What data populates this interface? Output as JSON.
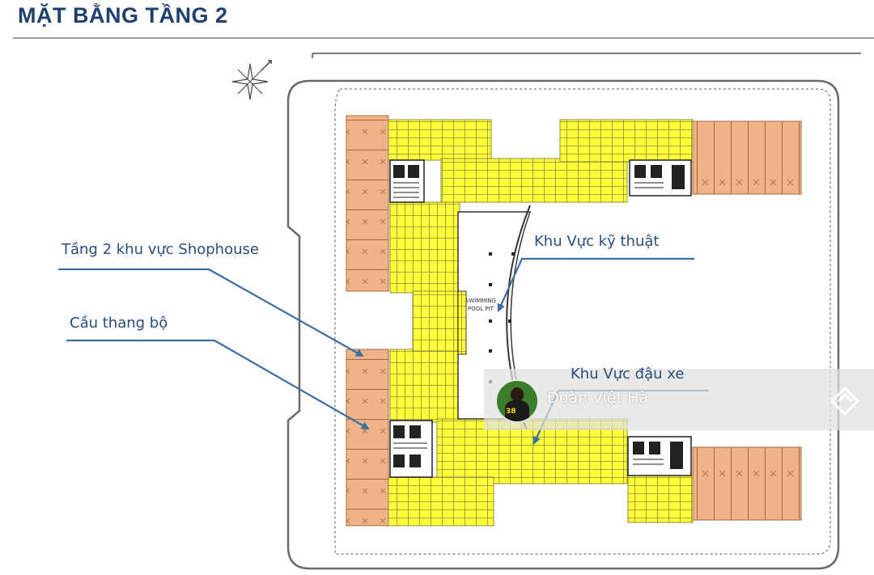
{
  "page": {
    "title": "MẶT BẰNG TẦNG 2"
  },
  "labels": {
    "shophouse": "Tầng 2 khu vực Shophouse",
    "stair_bridge": "Cầu thang bộ",
    "technical": "Khu Vực kỹ thuật",
    "parking": "Khu Vực đậu xe"
  },
  "plan": {
    "pool_line1": "SWIMMING",
    "pool_line2": "POOL PIT"
  },
  "watermark": {
    "name": "Đoàn Việt Hà",
    "badge": "38"
  },
  "colors": {
    "title": "#1f3f6e",
    "label_text": "#2a4d7a",
    "arrow": "#3d6ea0",
    "shophouse_fill": "#eeb389",
    "parking_fill": "#ffff3a",
    "wall": "#7a7a7a"
  },
  "icons": {
    "compass": "compass-rose-icon",
    "watermark_logo": "diamond-logo-icon"
  }
}
